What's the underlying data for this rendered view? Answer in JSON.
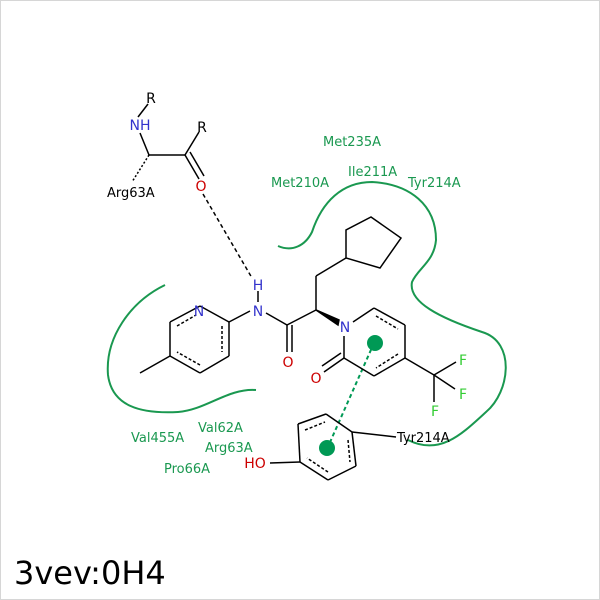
{
  "caption": "3vev:0H4",
  "atoms": {
    "r_top": "R",
    "nh_top": "NH",
    "r_right": "R",
    "o_backbone": "O",
    "h_amide": "H",
    "n_amide": "N",
    "n_pyridine": "N",
    "o_amide": "O",
    "n_pyridone": "N",
    "o_pyridone": "O",
    "f1": "F",
    "f2": "F",
    "f3": "F",
    "ho_tyr": "HO"
  },
  "residues": {
    "arg63_bound": "Arg63A",
    "tyr214_bound": "Tyr214A",
    "met235": "Met235A",
    "met210": "Met210A",
    "ile211": "Ile211A",
    "tyr214": "Tyr214A",
    "val455": "Val455A",
    "val62": "Val62A",
    "arg63": "Arg63A",
    "pro66": "Pro66A"
  },
  "colors": {
    "bond": "#000000",
    "nitrogen": "#3333cc",
    "oxygen": "#cc0000",
    "fluorine": "#33cc33",
    "residue": "#1a9850",
    "hydrophobic_contour": "#1a9850",
    "pi_centroid": "#009955",
    "pi_stack_line": "#009955",
    "hbond": "#000000",
    "caption": "#000000"
  }
}
